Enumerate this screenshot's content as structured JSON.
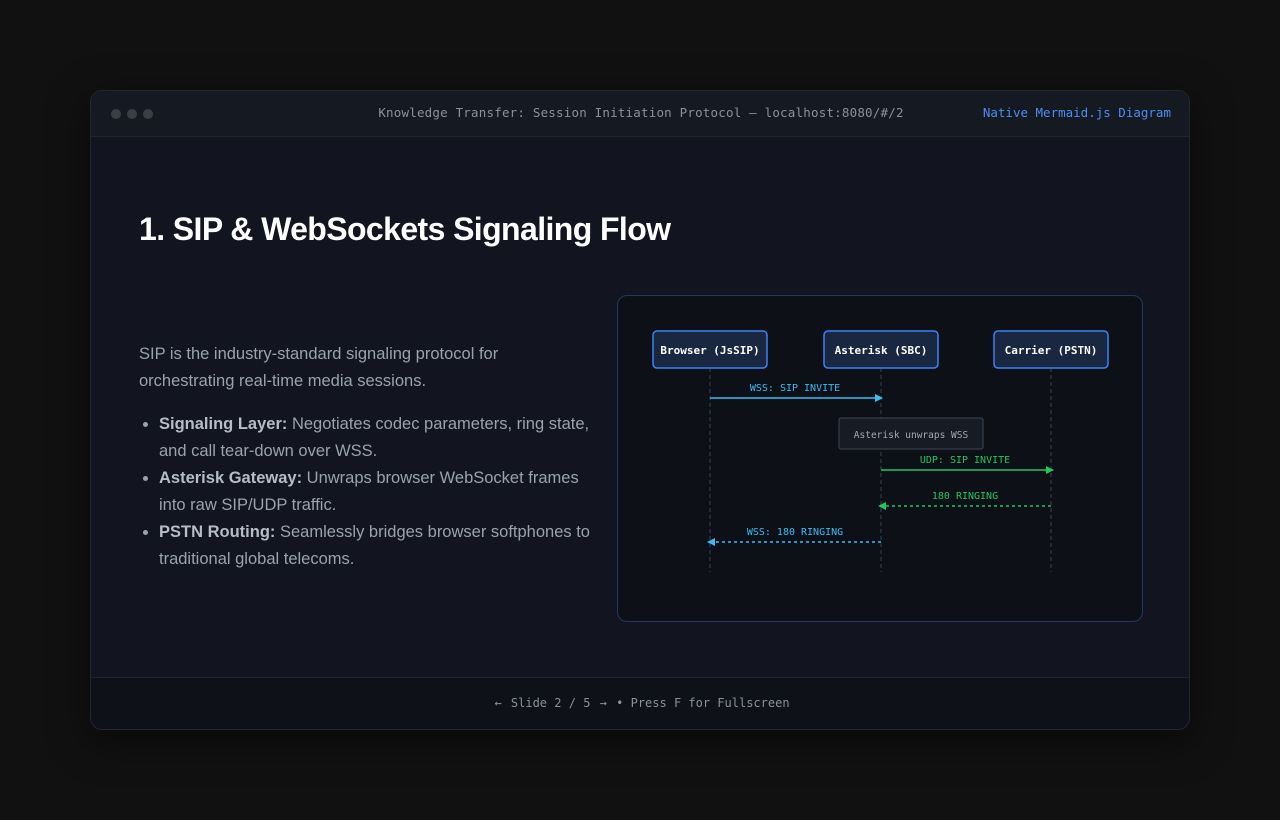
{
  "window": {
    "title": "Knowledge Transfer: Session Initiation Protocol — localhost:8080/#/2",
    "mermaid_link": "Native Mermaid.js Diagram"
  },
  "slide": {
    "title": "1. SIP & WebSockets Signaling Flow",
    "intro": "SIP is the industry-standard signaling protocol for orchestrating real-time media sessions.",
    "bullets": [
      {
        "term": "Signaling Layer:",
        "text": " Negotiates codec parameters, ring state, and call tear-down over WSS."
      },
      {
        "term": "Asterisk Gateway:",
        "text": " Unwraps browser WebSocket frames into raw SIP/UDP traffic."
      },
      {
        "term": "PSTN Routing:",
        "text": " Seamlessly bridges browser softphones to traditional global telecoms."
      }
    ]
  },
  "diagram": {
    "participants": [
      "Browser (JsSIP)",
      "Asterisk (SBC)",
      "Carrier (PSTN)"
    ],
    "messages": [
      {
        "label": "WSS: SIP INVITE",
        "from": 0,
        "to": 1,
        "style": "solid",
        "color": "#38bdf8"
      },
      {
        "label": "UDP: SIP INVITE",
        "from": 1,
        "to": 2,
        "style": "solid",
        "color": "#22c55e"
      },
      {
        "label": "180 RINGING",
        "from": 2,
        "to": 1,
        "style": "dashed",
        "color": "#22c55e"
      },
      {
        "label": "WSS: 180 RINGING",
        "from": 1,
        "to": 0,
        "style": "dashed",
        "color": "#38bdf8"
      }
    ],
    "note": "Asterisk unwraps WSS",
    "colors": {
      "participant_fill": "#1a2740",
      "participant_border": "#3b82f6",
      "lifeline": "#3a4150"
    }
  },
  "footer": {
    "prev_arrow": "←",
    "slide_label": "Slide",
    "slide_current": "2",
    "slide_separator": "/",
    "slide_total": "5",
    "next_arrow": "→",
    "bullet_sep": "•",
    "hint": "Press F for Fullscreen"
  }
}
